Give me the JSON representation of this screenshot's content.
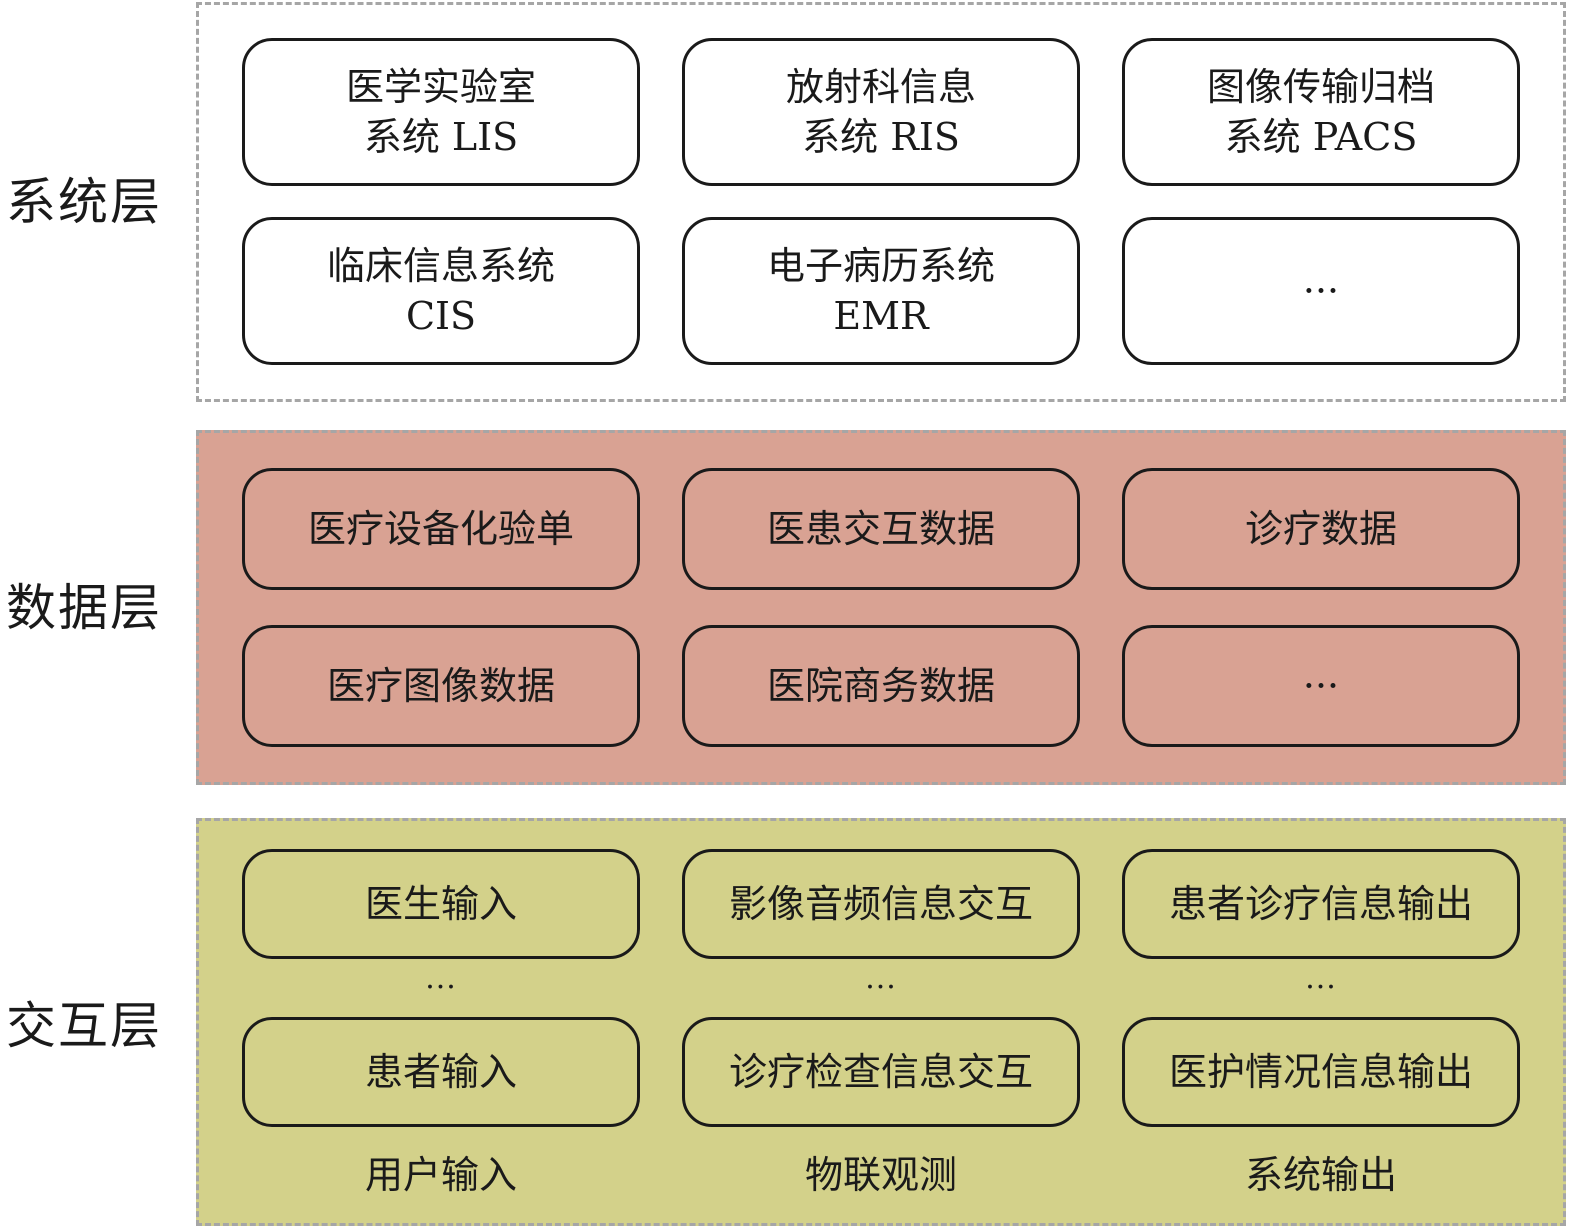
{
  "colors": {
    "system_layer_fill": "#ffffff",
    "data_layer_fill": "#d9a293",
    "interaction_layer_fill": "#d3d18a",
    "layer_border": "#a6a6a6",
    "box_border": "#1a1a1a"
  },
  "layers": {
    "system": {
      "label": "系统层",
      "boxes": [
        {
          "line1": "医学实验室",
          "line2": "系统 LIS"
        },
        {
          "line1": "放射科信息",
          "line2": "系统 RIS"
        },
        {
          "line1": "图像传输归档",
          "line2": "系统 PACS"
        },
        {
          "line1": "临床信息系统",
          "line2": "CIS"
        },
        {
          "line1": "电子病历系统",
          "line2": "EMR"
        },
        {
          "line1": "···",
          "line2": ""
        }
      ]
    },
    "data": {
      "label": "数据层",
      "boxes": [
        {
          "line1": "医疗设备化验单"
        },
        {
          "line1": "医患交互数据"
        },
        {
          "line1": "诊疗数据"
        },
        {
          "line1": "医疗图像数据"
        },
        {
          "line1": "医院商务数据"
        },
        {
          "line1": "···"
        }
      ]
    },
    "interaction": {
      "label": "交互层",
      "columns": [
        {
          "top": "医生输入",
          "dots": "···",
          "bottom": "患者输入",
          "footer": "用户输入"
        },
        {
          "top": "影像音频信息交互",
          "dots": "···",
          "bottom": "诊疗检查信息交互",
          "footer": "物联观测"
        },
        {
          "top": "患者诊疗信息输出",
          "dots": "···",
          "bottom": "医护情况信息输出",
          "footer": "系统输出"
        }
      ]
    }
  }
}
